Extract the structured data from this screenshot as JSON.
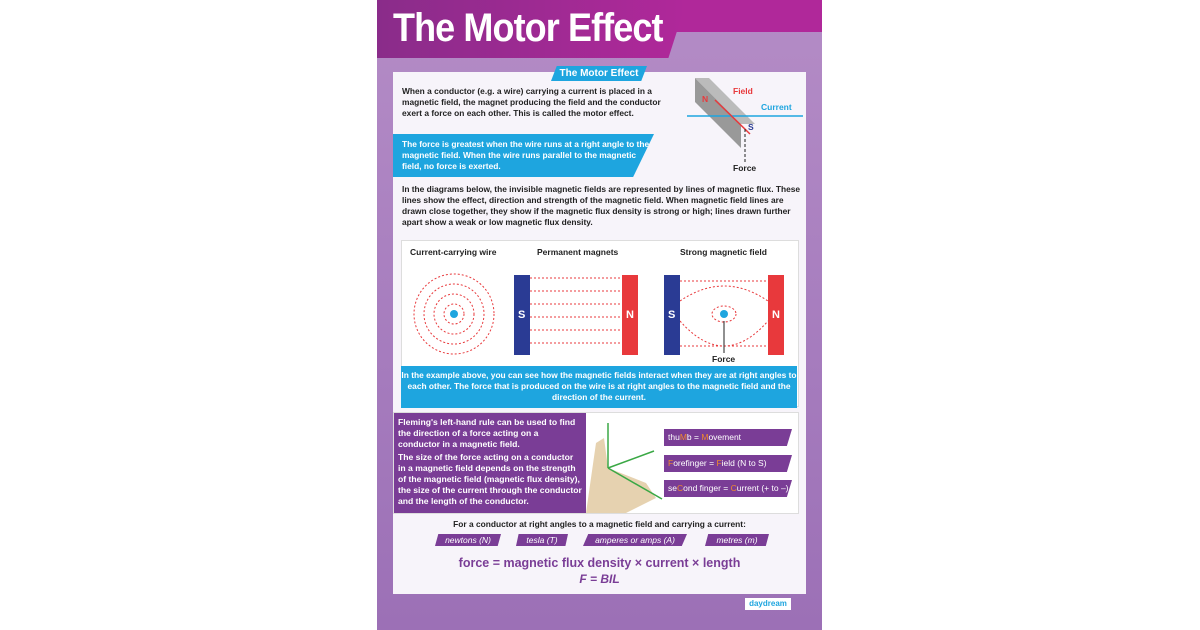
{
  "title": "The Motor Effect",
  "section_title": "The Motor Effect",
  "intro": "When a conductor (e.g. a wire) carrying a current is placed in a magnetic field, the magnet producing the field and the conductor exert a force on each other. This is called the motor effect.",
  "highlight": "The force is greatest when the wire runs at a right angle to the magnetic field. When the wire runs parallel to the magnetic field, no force is exerted.",
  "top_diagram": {
    "field": "Field",
    "current": "Current",
    "force": "Force",
    "n": "N",
    "s": "S"
  },
  "flux_text": "In the diagrams below, the invisible magnetic fields are represented by lines of magnetic flux. These lines show the effect, direction and strength of the magnetic field. When magnetic field lines are drawn close together, they show if the magnetic flux density is strong or high; lines drawn further apart show a weak or low magnetic flux density.",
  "diagrams": {
    "wire": "Current-carrying wire",
    "magnets": "Permanent magnets",
    "strong": "Strong magnetic field",
    "force": "Force",
    "s": "S",
    "n": "N"
  },
  "example": "In the example above, you can see how the magnetic fields interact when they are at right angles to each other. The force that is produced on the wire is at right angles to the magnetic field and the direction of the current.",
  "fleming": {
    "p1": "Fleming's left-hand rule can be used to find the direction of a force acting on a conductor in a magnetic field.",
    "p2": "The size of the force acting on a conductor in a magnetic field depends on the strength of the magnetic field (magnetic flux density), the size of the current through the conductor and the length of the conductor."
  },
  "rules": [
    {
      "pre": "thu",
      "hl": "M",
      "post": "b = ",
      "hl2": "M",
      "post2": "ovement"
    },
    {
      "pre": "",
      "hl": "F",
      "post": "orefinger = ",
      "hl2": "F",
      "post2": "ield (N to S)"
    },
    {
      "pre": "se",
      "hl": "C",
      "post": "ond finger = ",
      "hl2": "C",
      "post2": "urrent (+ to –)"
    }
  ],
  "equation_intro": "For a conductor at right angles to a magnetic field and carrying a current:",
  "units": [
    "newtons (N)",
    "tesla (T)",
    "amperes or amps (A)",
    "metres (m)"
  ],
  "equation": "force = magnetic flux density × current × length",
  "formula": "F = BIL",
  "logo": "daydream",
  "colors": {
    "blue": "#1ea5df",
    "purple": "#7a3d96",
    "red": "#e8393c",
    "navy": "#2a3b94"
  }
}
